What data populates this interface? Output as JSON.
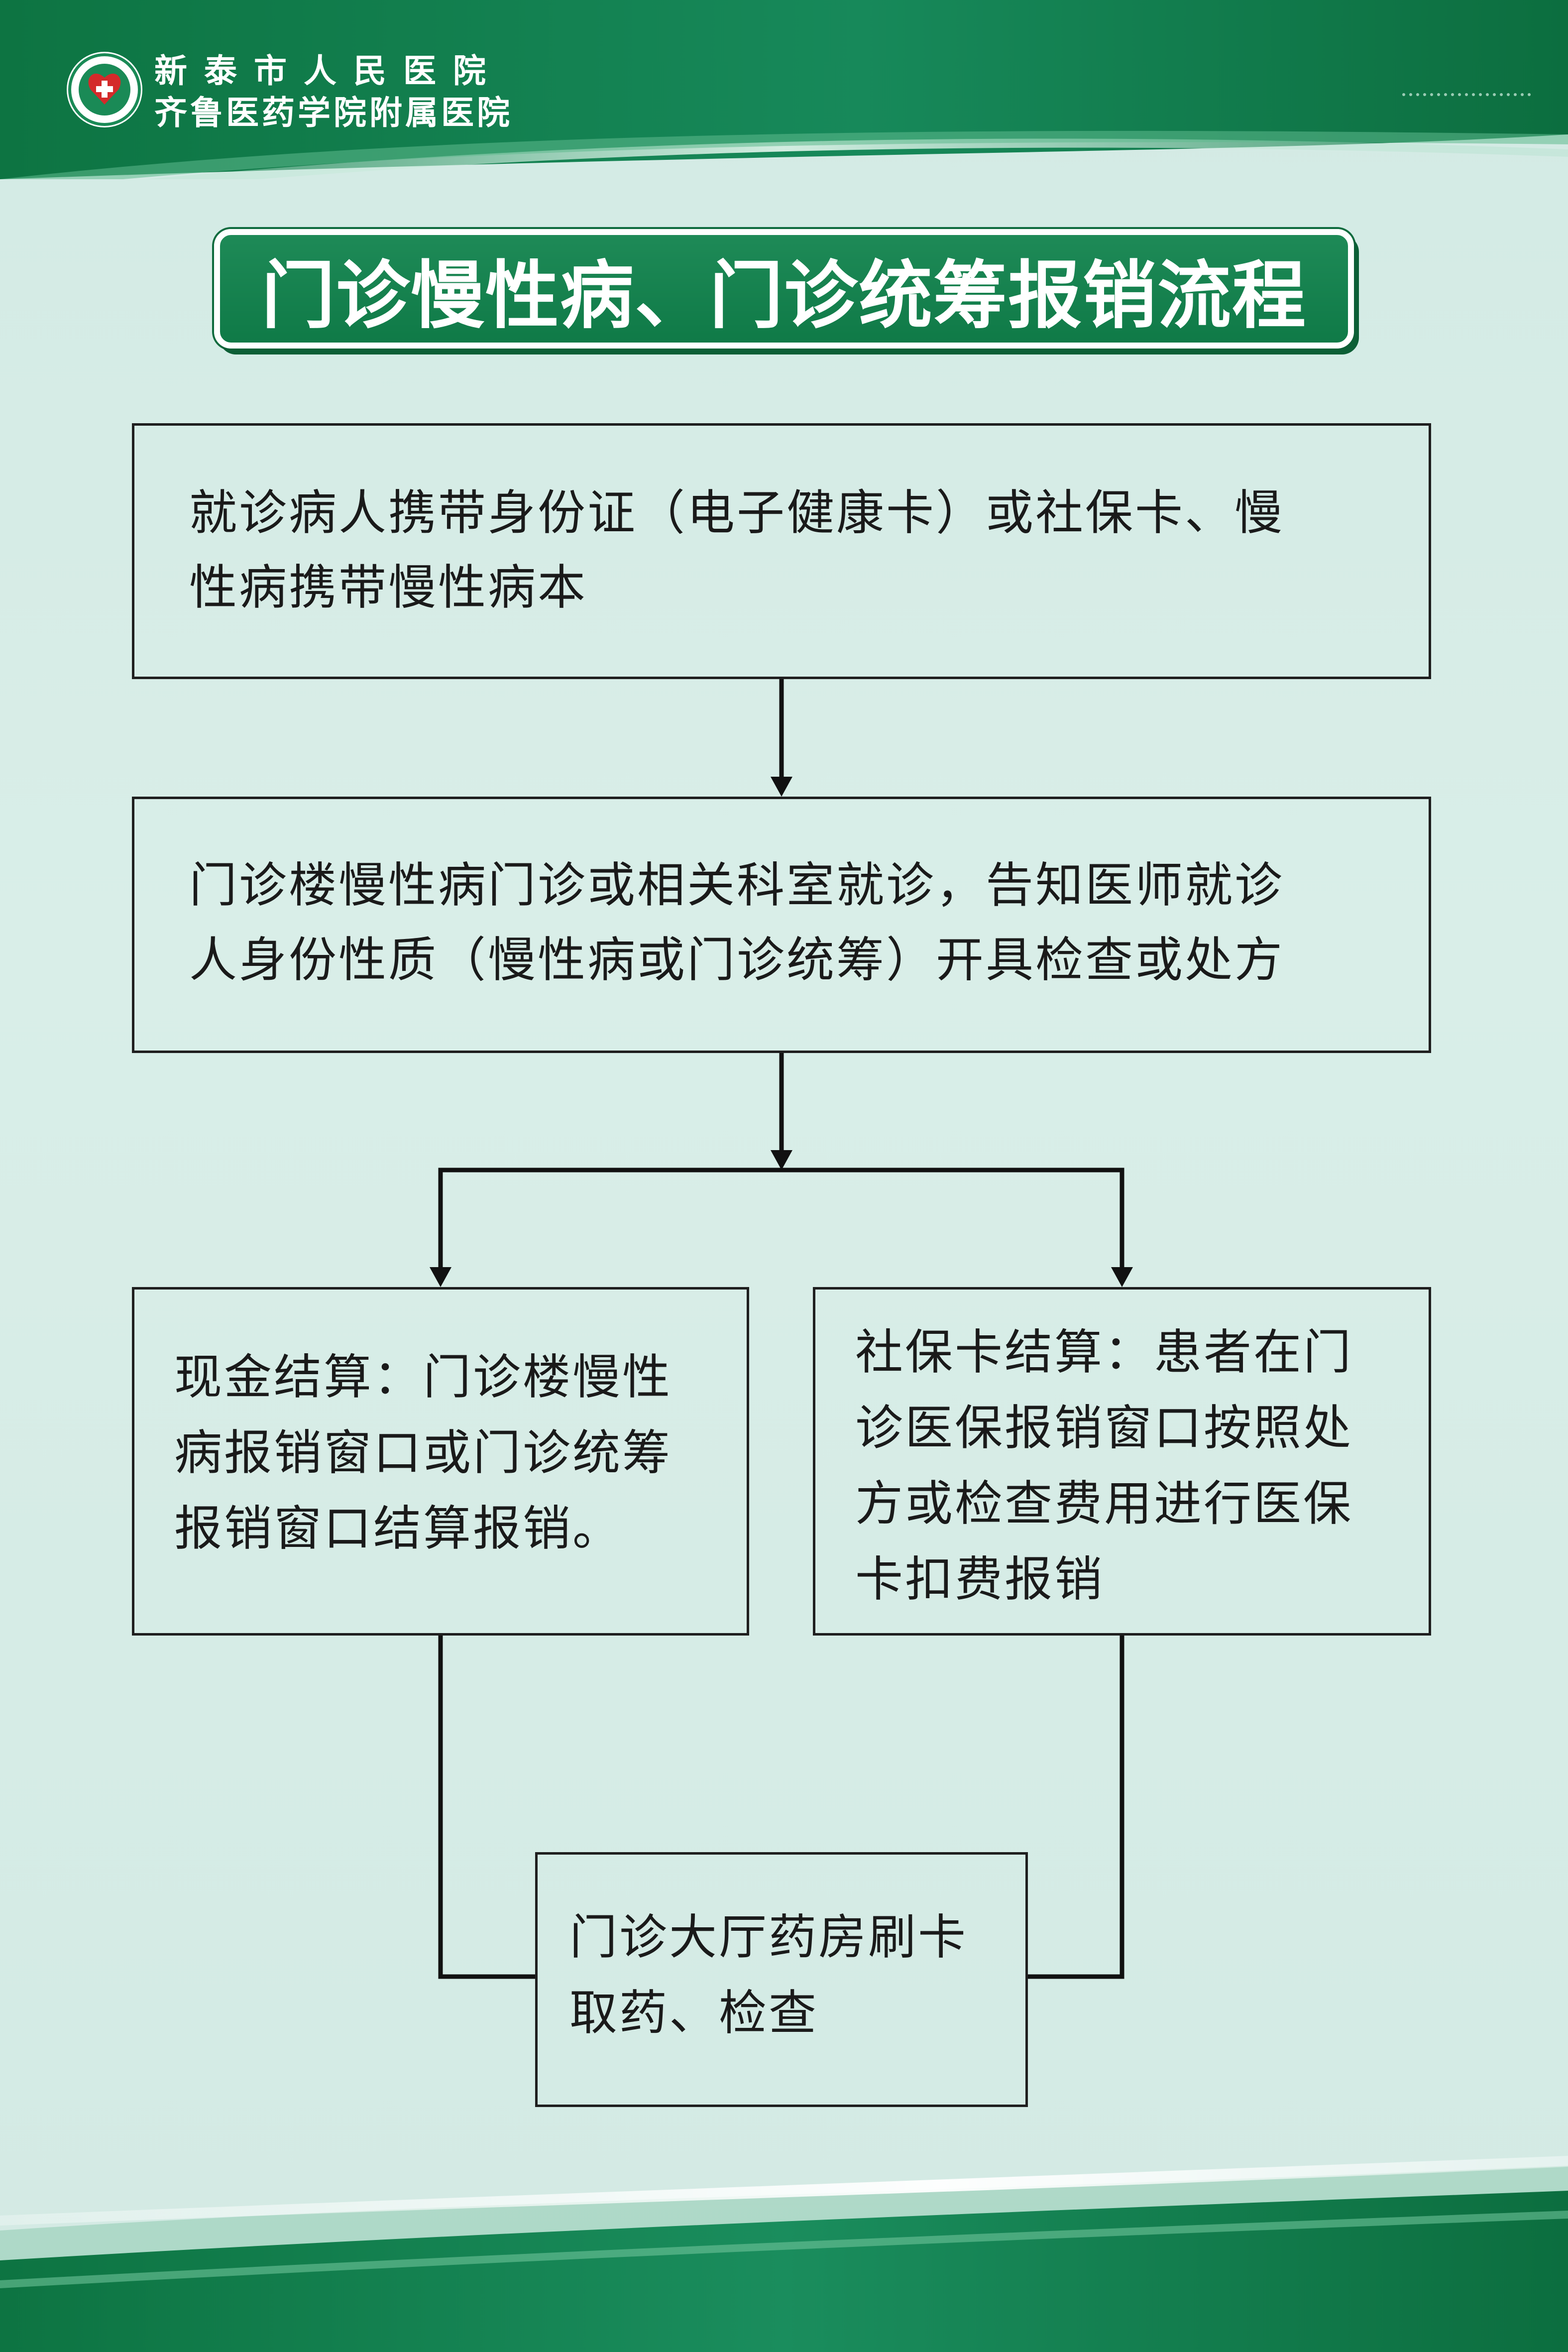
{
  "header": {
    "hospital_name_line1": "新泰市人民医院",
    "hospital_name_line2": "齐鲁医药学院附属医院",
    "logo_icon": "hospital-seal-icon"
  },
  "title": "门诊慢性病、门诊统筹报销流程",
  "steps": {
    "step1": {
      "line1": "就诊病人携带身份证（电子健康卡）或社保卡、慢",
      "line2": "性病携带慢性病本"
    },
    "step2": {
      "line1": "门诊楼慢性病门诊或相关科室就诊，告知医师就诊",
      "line2": "人身份性质（慢性病或门诊统筹）开具检查或处方"
    },
    "cash": {
      "line1": "现金结算：门诊楼慢性",
      "line2": "病报销窗口或门诊统筹",
      "line3": "报销窗口结算报销。"
    },
    "card": {
      "line1": "社保卡结算：患者在门",
      "line2": "诊医保报销窗口按照处",
      "line3": "方或检查费用进行医保",
      "line4": "卡扣费报销"
    },
    "final": {
      "line1": "门诊大厅药房刷卡",
      "line2": "取药、检查"
    }
  },
  "colors": {
    "header_green": "#0f7a47",
    "title_green": "#1e8a57",
    "background": "#d5ebe5",
    "box_border": "#1f1f1f",
    "logo_red": "#d42a2a"
  }
}
